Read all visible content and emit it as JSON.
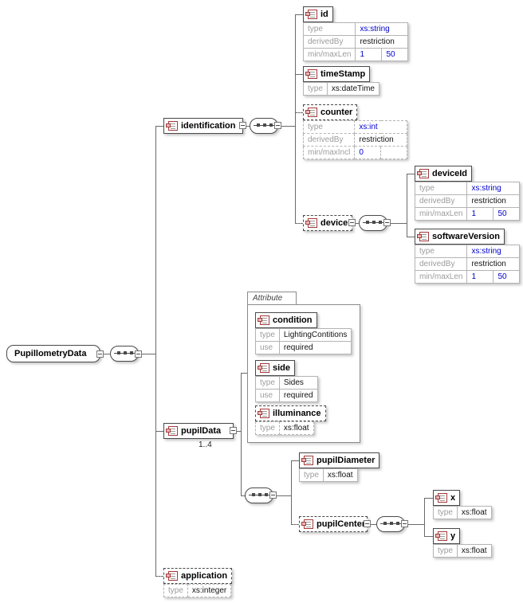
{
  "attribute_group": {
    "label": "Attribute"
  },
  "labels": {
    "type": "type",
    "derived_by": "derivedBy",
    "use": "use"
  },
  "colors": {
    "link_blue": "#0000cc",
    "label_gray": "#9c9c9c"
  },
  "icons": {
    "element": "element-icon",
    "sequence": "sequence-compositor",
    "collapse_toggle": "collapse-toggle"
  },
  "nodes": {
    "root": {
      "name": "PupillometryData"
    },
    "identification": {
      "name": "identification"
    },
    "id": {
      "name": "id",
      "type": "xs:string",
      "derived_by": "restriction",
      "minmax_label": "min/maxLen",
      "min": "1",
      "max": "50"
    },
    "timeStamp": {
      "name": "timeStamp",
      "type": "xs:dateTime"
    },
    "counter": {
      "name": "counter",
      "type": "xs:int",
      "derived_by": "restriction",
      "minmax_label": "min/maxIncl",
      "min": "0",
      "max": ""
    },
    "device": {
      "name": "device"
    },
    "deviceId": {
      "name": "deviceId",
      "type": "xs:string",
      "derived_by": "restriction",
      "minmax_label": "min/maxLen",
      "min": "1",
      "max": "50"
    },
    "softwareVersion": {
      "name": "softwareVersion",
      "type": "xs:string",
      "derived_by": "restriction",
      "minmax_label": "min/maxLen",
      "min": "1",
      "max": "50"
    },
    "pupilData": {
      "name": "pupilData",
      "cardinality": "1..4"
    },
    "condition": {
      "name": "condition",
      "type": "LightingContitions",
      "use": "required"
    },
    "side": {
      "name": "side",
      "type": "Sides",
      "use": "required"
    },
    "illuminance": {
      "name": "illuminance",
      "type": "xs:float"
    },
    "pupilDiameter": {
      "name": "pupilDiameter",
      "type": "xs:float"
    },
    "pupilCenter": {
      "name": "pupilCenter"
    },
    "x": {
      "name": "x",
      "type": "xs:float"
    },
    "y": {
      "name": "y",
      "type": "xs:float"
    },
    "application": {
      "name": "application",
      "type": "xs:integer"
    }
  }
}
